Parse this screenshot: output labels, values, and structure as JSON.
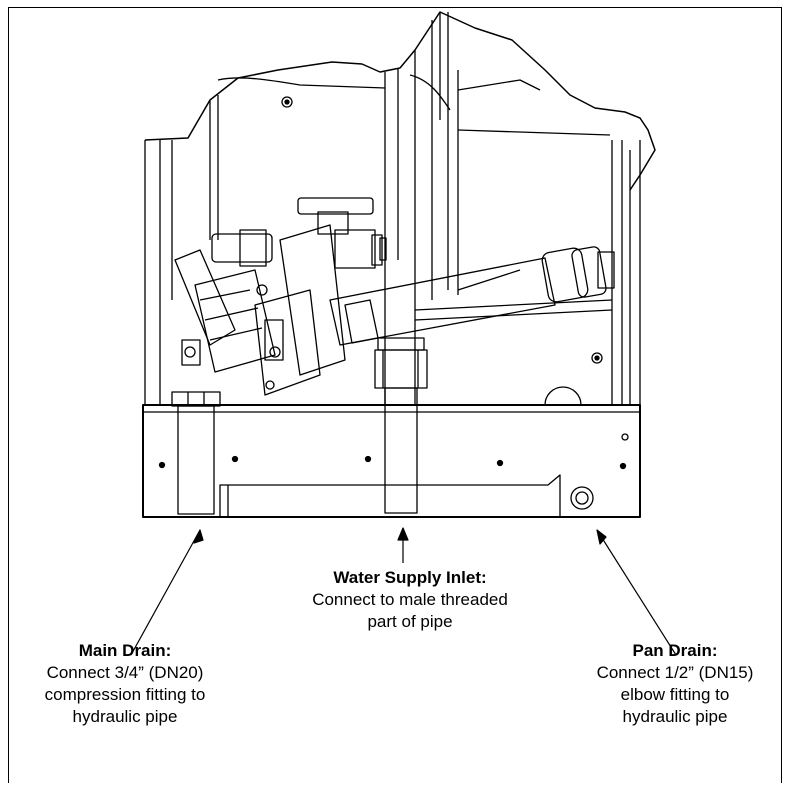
{
  "callouts": {
    "water_supply": {
      "title": "Water Supply Inlet:",
      "lines": [
        "Connect to male threaded",
        "part of pipe"
      ]
    },
    "main_drain": {
      "title": "Main Drain:",
      "lines": [
        "Connect 3/4” (DN20)",
        "compression fitting to",
        "hydraulic pipe"
      ]
    },
    "pan_drain": {
      "title": "Pan Drain:",
      "lines": [
        "Connect 1/2” (DN15)",
        "elbow fitting to",
        "hydraulic pipe"
      ]
    }
  },
  "colors": {
    "line": "#000000",
    "background": "#ffffff"
  }
}
